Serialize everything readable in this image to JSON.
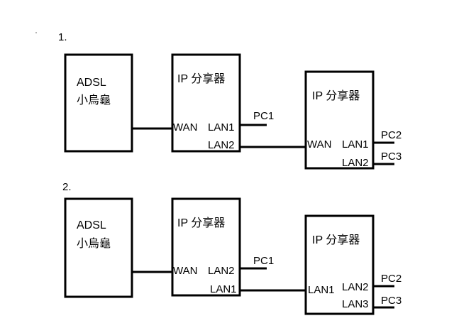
{
  "diagrams": [
    {
      "number": "1.",
      "modem": {
        "line1": "ADSL",
        "line2": "小烏龜"
      },
      "router_a": {
        "title": "IP 分享器",
        "wan": "WAN",
        "port_top": "LAN1",
        "port_bottom": "LAN2"
      },
      "router_b": {
        "title": "IP 分享器",
        "wan": "WAN",
        "port_top": "LAN1",
        "port_bottom": "LAN2"
      },
      "pc_a": "PC1",
      "pc_b_top": "PC2",
      "pc_b_bottom": "PC3"
    },
    {
      "number": "2.",
      "modem": {
        "line1": "ADSL",
        "line2": "小烏龜"
      },
      "router_a": {
        "title": "IP 分享器",
        "wan": "WAN",
        "port_top": "LAN2",
        "port_bottom": "LAN1"
      },
      "router_b": {
        "title": "IP 分享器",
        "wan": "LAN1",
        "port_top": "LAN2",
        "port_bottom": "LAN3"
      },
      "pc_a": "PC1",
      "pc_b_top": "PC2",
      "pc_b_bottom": "PC3"
    }
  ]
}
